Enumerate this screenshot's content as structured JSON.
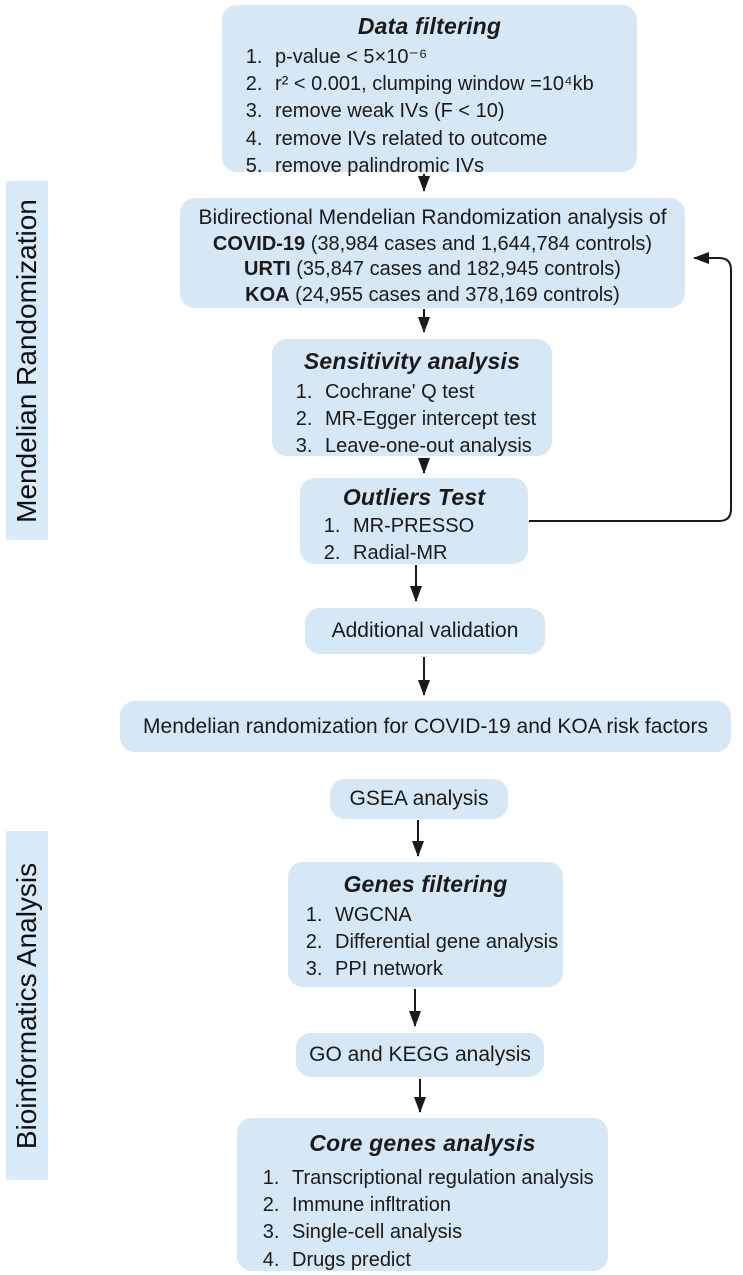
{
  "colors": {
    "box_fill": "#d6e7f5",
    "sidebar_fill": "#d9eaf8",
    "line": "#1a1a1a",
    "text": "#1a1a1a"
  },
  "sections": {
    "mendelian_randomization": "Mendelian Randomization",
    "bioinformatics_analysis": "Bioinformatics Analysis"
  },
  "boxes": {
    "data_filtering": {
      "title": "Data filtering",
      "items": [
        "p-value < 5×10⁻⁶",
        "r² < 0.001, clumping window =10⁴kb",
        "remove weak IVs (F < 10)",
        "remove IVs related to outcome",
        "remove palindromic IVs"
      ]
    },
    "bidirectional": {
      "heading": "Bidirectional Mendelian Randomization analysis of",
      "studies": [
        {
          "name": "COVID-19",
          "detail": " (38,984 cases and 1,644,784 controls)"
        },
        {
          "name": "URTI",
          "detail": " (35,847 cases and 182,945 controls)"
        },
        {
          "name": "KOA",
          "detail": " (24,955 cases and 378,169 controls)"
        }
      ]
    },
    "sensitivity": {
      "title": "Sensitivity analysis",
      "items": [
        "Cochrane'  Q test",
        "MR-Egger intercept test",
        "Leave-one-out analysis"
      ]
    },
    "outliers": {
      "title": "Outliers Test",
      "items": [
        "MR-PRESSO",
        "Radial-MR"
      ]
    },
    "additional_validation": {
      "label": "Additional validation"
    },
    "mr_risk_factors": {
      "label": "Mendelian randomization for COVID-19 and KOA risk factors"
    },
    "gsea": {
      "label": "GSEA analysis"
    },
    "genes_filtering": {
      "title": "Genes filtering",
      "items": [
        "WGCNA",
        "Differential gene analysis",
        "PPI network"
      ]
    },
    "go_kegg": {
      "label": "GO and KEGG analysis"
    },
    "core_genes": {
      "title": "Core genes analysis",
      "items": [
        "Transcriptional regulation analysis",
        "Immune infltration",
        "Single-cell analysis",
        "Drugs predict"
      ]
    }
  }
}
